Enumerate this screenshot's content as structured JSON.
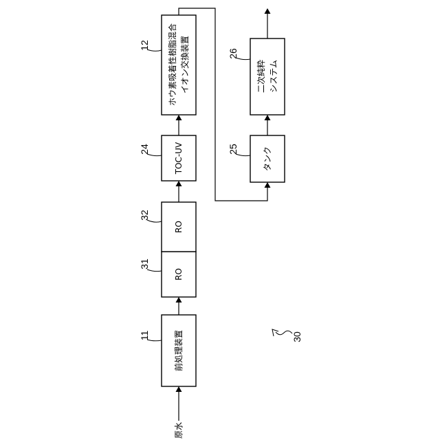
{
  "diagram": {
    "input_label": "原水",
    "figure_ref": "30",
    "units": {
      "pretreatment": {
        "ref": "11",
        "label": "前処理装置"
      },
      "ro_first": {
        "ref": "31",
        "label": "RO"
      },
      "ro_second": {
        "ref": "32",
        "label": "RO"
      },
      "toc_uv": {
        "ref": "24",
        "label": "TOC-UV"
      },
      "ion_exchange": {
        "ref": "12",
        "label_line1": "ホウ素吸着性樹脂混合",
        "label_line2": "イオン交換装置"
      },
      "tank": {
        "ref": "25",
        "label": "タンク"
      },
      "secondary": {
        "ref": "26",
        "label_line1": "二次純粋",
        "label_line2": "システム"
      }
    }
  }
}
